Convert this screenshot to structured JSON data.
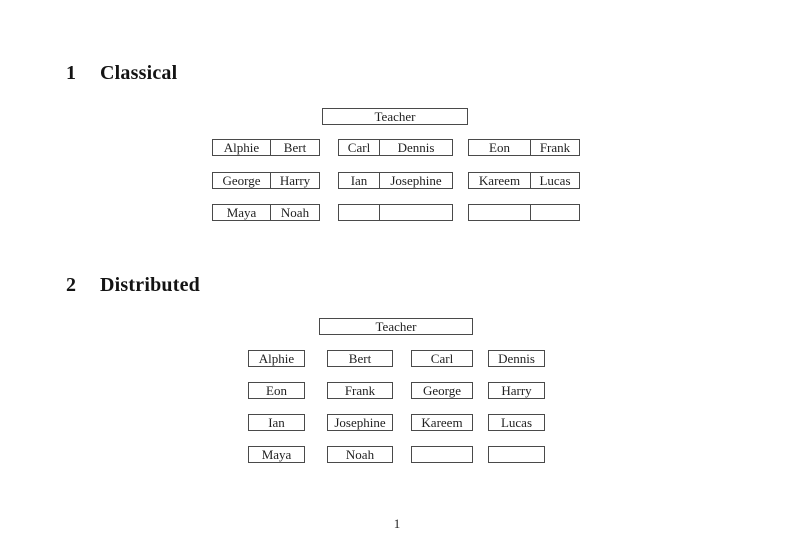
{
  "sections": {
    "classical": {
      "number": "1",
      "title": "Classical",
      "teacher_label": "Teacher",
      "groups": [
        {
          "rows": [
            [
              "Alphie",
              "Bert"
            ],
            [
              "George",
              "Harry"
            ],
            [
              "Maya",
              "Noah"
            ]
          ]
        },
        {
          "rows": [
            [
              "Carl",
              "Dennis"
            ],
            [
              "Ian",
              "Josephine"
            ],
            [
              "",
              ""
            ]
          ]
        },
        {
          "rows": [
            [
              "Eon",
              "Frank"
            ],
            [
              "Kareem",
              "Lucas"
            ],
            [
              "",
              ""
            ]
          ]
        }
      ]
    },
    "distributed": {
      "number": "2",
      "title": "Distributed",
      "teacher_label": "Teacher",
      "rows": [
        [
          "Alphie",
          "Bert",
          "Carl",
          "Dennis"
        ],
        [
          "Eon",
          "Frank",
          "George",
          "Harry"
        ],
        [
          "Ian",
          "Josephine",
          "Kareem",
          "Lucas"
        ],
        [
          "Maya",
          "Noah",
          "",
          ""
        ]
      ]
    }
  },
  "footer": {
    "page_number": "1"
  },
  "colors": {
    "text": "#1f1f1f",
    "border": "#4a4a4a",
    "background": "#ffffff"
  }
}
